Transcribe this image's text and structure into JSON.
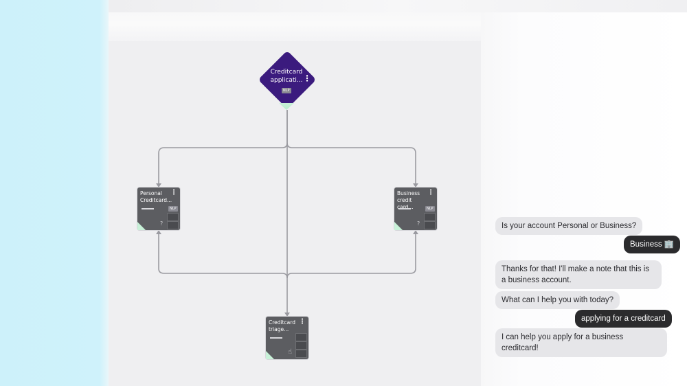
{
  "flow": {
    "start_node": {
      "title": "Creditcard applicati...",
      "tag": "NLP"
    },
    "nodes": [
      {
        "id": "personal",
        "title": "Personal Creditcard...",
        "tag": "NLP",
        "help": "?"
      },
      {
        "id": "business",
        "title": "Business credit card...",
        "tag": "NLP",
        "help": "?"
      },
      {
        "id": "triage",
        "title": "Creditcard triage..."
      }
    ]
  },
  "chat": {
    "messages": [
      {
        "role": "bot",
        "text": "Is your account Personal or Business?"
      },
      {
        "role": "user",
        "text": "Business 🏢"
      },
      {
        "role": "bot",
        "text": "Thanks for that! I'll make a note that this is a business account."
      },
      {
        "role": "bot",
        "text": "What can I help you with today?"
      },
      {
        "role": "user",
        "text": "applying for a creditcard"
      },
      {
        "role": "bot",
        "text": "I can help you apply for a business creditcard!"
      }
    ]
  },
  "colors": {
    "start_node": "#3b1b7e",
    "card": "#5c5d61",
    "connector": "#9a9aa0",
    "user_bubble": "#2b2b2d",
    "bot_bubble": "#e6e6e9",
    "side_strip": "#cff2fb"
  }
}
